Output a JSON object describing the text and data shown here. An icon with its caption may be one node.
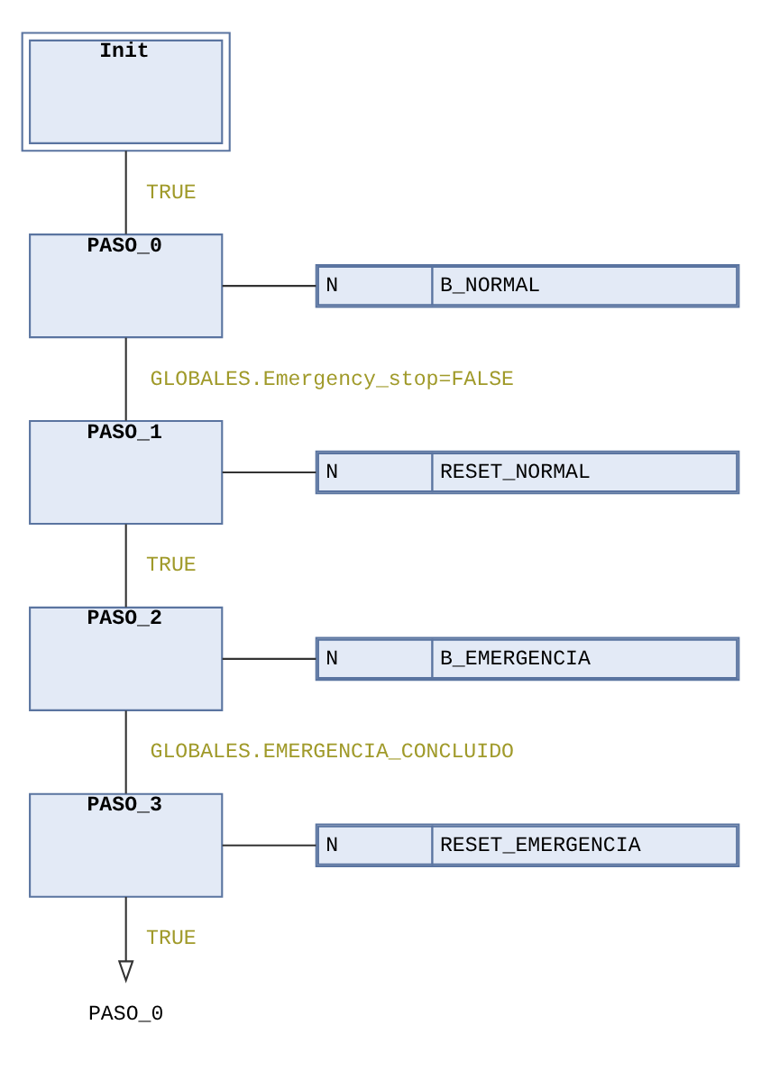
{
  "diagram": {
    "nodes": [
      {
        "text": [
          "Init"
        ]
      },
      {
        "text": [
          "PASO_0"
        ]
      },
      {
        "text": [
          "N",
          "B_NORMAL"
        ]
      },
      {
        "text": [
          "PASO_1"
        ]
      },
      {
        "text": [
          "N",
          "RESET_NORMAL"
        ]
      },
      {
        "text": [
          "PASO_2"
        ]
      },
      {
        "text": [
          "N",
          "B_EMERGENCIA"
        ]
      },
      {
        "text": [
          "PASO_3"
        ]
      },
      {
        "text": [
          "N",
          "RESET_EMERGENCIA"
        ]
      },
      {
        "text": [
          "PASO_0"
        ]
      }
    ],
    "edges": [
      {
        "from": 0,
        "to": 1,
        "arrow": "none",
        "label": "TRUE"
      },
      {
        "from": 1,
        "to": 2,
        "arrow": "none"
      },
      {
        "from": 1,
        "to": 3,
        "arrow": "none",
        "label": "GLOBALES.Emergency_stop=FALSE"
      },
      {
        "from": 3,
        "to": 4,
        "arrow": "none"
      },
      {
        "from": 3,
        "to": 5,
        "arrow": "none",
        "label": "TRUE"
      },
      {
        "from": 5,
        "to": 6,
        "arrow": "none"
      },
      {
        "from": 5,
        "to": 7,
        "arrow": "none",
        "label": "GLOBALES.EMERGENCIA_CONCLUIDO"
      },
      {
        "from": 7,
        "to": 8,
        "arrow": "none"
      },
      {
        "from": 7,
        "to": 9,
        "arrow": "to",
        "label": "TRUE"
      }
    ]
  }
}
